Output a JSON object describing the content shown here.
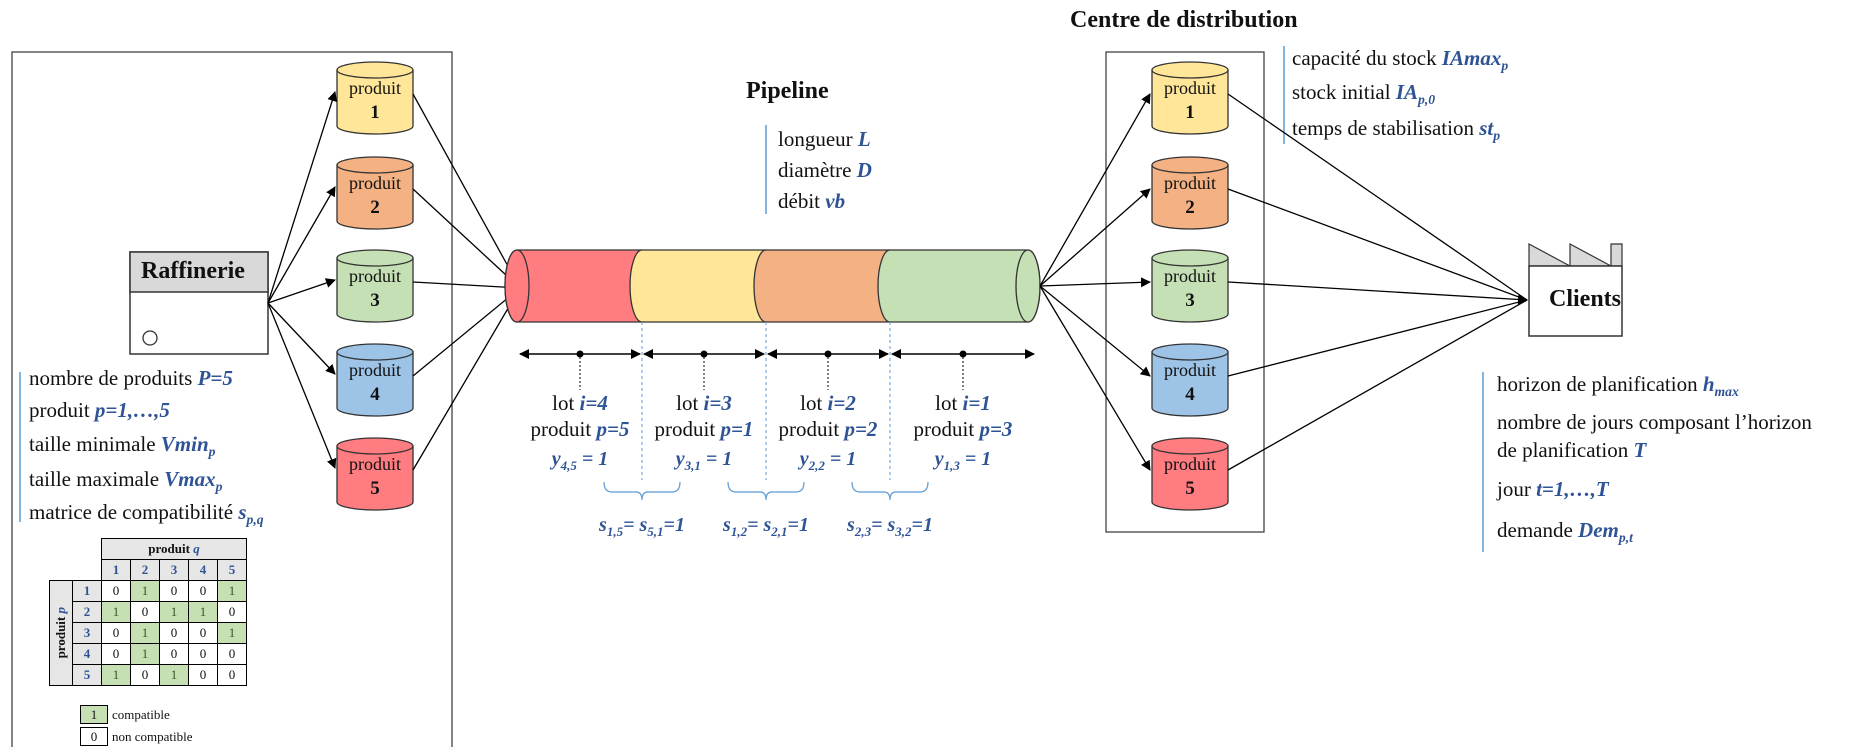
{
  "pipeline": {
    "title": "Pipeline",
    "params": [
      "longueur",
      "diamètre",
      "débit"
    ],
    "param_vars": [
      "L",
      "D",
      "vb"
    ]
  },
  "refinery": {
    "title": "Raffinerie",
    "params": [
      "nombre de produits",
      "produit",
      "taille minimale",
      "taille maximale",
      "matrice de compatibilité"
    ],
    "param_vars": [
      "P=5",
      "p=1,…,5",
      "Vmin",
      "Vmax",
      "s"
    ],
    "param_subs": [
      "",
      "",
      "p",
      "p",
      "p,q"
    ]
  },
  "products": [
    {
      "label": "produit",
      "num": "1",
      "color": "#ffe699"
    },
    {
      "label": "produit",
      "num": "2",
      "color": "#f4b183"
    },
    {
      "label": "produit",
      "num": "3",
      "color": "#c5e0b4"
    },
    {
      "label": "produit",
      "num": "4",
      "color": "#9dc3e6"
    },
    {
      "label": "produit",
      "num": "5",
      "color": "#ff7c80"
    }
  ],
  "distribution": {
    "title": "Centre de distribution",
    "params": [
      "capacité du stock",
      "stock initial",
      "temps de stabilisation"
    ],
    "param_vars": [
      "IAmax",
      "IA",
      "st"
    ],
    "param_subs": [
      "p",
      "p,0",
      "p"
    ]
  },
  "clients": {
    "title": "Clients",
    "params": [
      "horizon de planification",
      "nombre de jours composant l’horizon",
      "de planification",
      "jour",
      "demande"
    ],
    "param_vars": [
      "h",
      "",
      "T",
      "t=1,…,T",
      "Dem"
    ],
    "param_subs": [
      "max",
      "",
      "",
      "",
      "p,t"
    ]
  },
  "lots": [
    {
      "lot_text": "lot",
      "i": "i=4",
      "prod_text": "produit",
      "p": "p=5",
      "y": "y",
      "y_sub": "4,5",
      "y_val": "= 1",
      "color": "#ff7c80"
    },
    {
      "lot_text": "lot",
      "i": "i=3",
      "prod_text": "produit",
      "p": "p=1",
      "y": "y",
      "y_sub": "3,1",
      "y_val": "= 1",
      "color": "#ffe699"
    },
    {
      "lot_text": "lot",
      "i": "i=2",
      "prod_text": "produit",
      "p": "p=2",
      "y": "y",
      "y_sub": "2,2",
      "y_val": "= 1",
      "color": "#f4b183"
    },
    {
      "lot_text": "lot",
      "i": "i=1",
      "prod_text": "produit",
      "p": "p=3",
      "y": "y",
      "y_sub": "1,3",
      "y_val": "= 1",
      "color": "#c5e0b4"
    }
  ],
  "compat_pairs": [
    {
      "a": "s",
      "a_sub": "1,5",
      "eq": "= ",
      "b": "s",
      "b_sub": "5,1",
      "val": "=1"
    },
    {
      "a": "s",
      "a_sub": "1,2",
      "eq": "= ",
      "b": "s",
      "b_sub": "2,1",
      "val": "=1"
    },
    {
      "a": "s",
      "a_sub": "2,3",
      "eq": "= ",
      "b": "s",
      "b_sub": "3,2",
      "val": "=1"
    }
  ],
  "matrix": {
    "col_header": "produit",
    "col_var": "q",
    "row_header": "produit",
    "row_var": "p",
    "labels": [
      "1",
      "2",
      "3",
      "4",
      "5"
    ],
    "rows": [
      [
        "0",
        "1",
        "0",
        "0",
        "1"
      ],
      [
        "1",
        "0",
        "1",
        "1",
        "0"
      ],
      [
        "0",
        "1",
        "0",
        "0",
        "1"
      ],
      [
        "0",
        "1",
        "0",
        "0",
        "0"
      ],
      [
        "1",
        "0",
        "1",
        "0",
        "0"
      ]
    ]
  },
  "legend": {
    "compatible_sym": "1",
    "compatible": "compatible",
    "noncompatible_sym": "0",
    "noncompatible": "non compatible"
  },
  "colors": {
    "accent": "#2f5496",
    "compatible_fill": "#c6e0b4",
    "header_fill": "#d9d9d9"
  }
}
